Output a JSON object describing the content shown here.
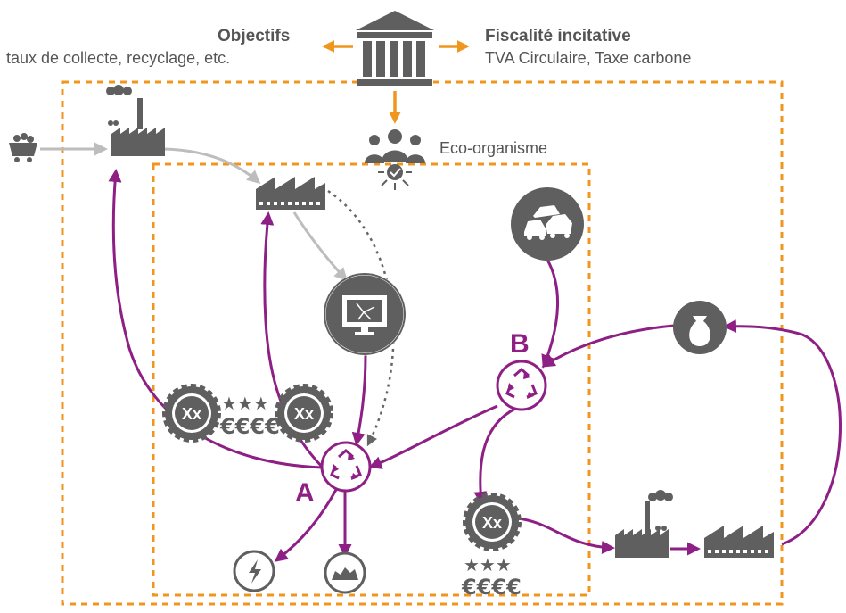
{
  "governance": {
    "objectives_title": "Objectifs",
    "objectives_sub": "taux de collecte, recyclage, etc.",
    "fiscal_title": "Fiscalité incitative",
    "fiscal_sub": "TVA Circulaire, Taxe carbone",
    "eco_org_label": "Eco-organisme"
  },
  "loops": {
    "a_label": "A",
    "b_label": "B"
  },
  "badges": {
    "quality_text": "Xx"
  },
  "colors": {
    "orange": "#F0961E",
    "purple": "#8E1F85",
    "gray": "#5F5F5F",
    "light_gray": "#BDBDBD",
    "dotted": "#777777"
  }
}
